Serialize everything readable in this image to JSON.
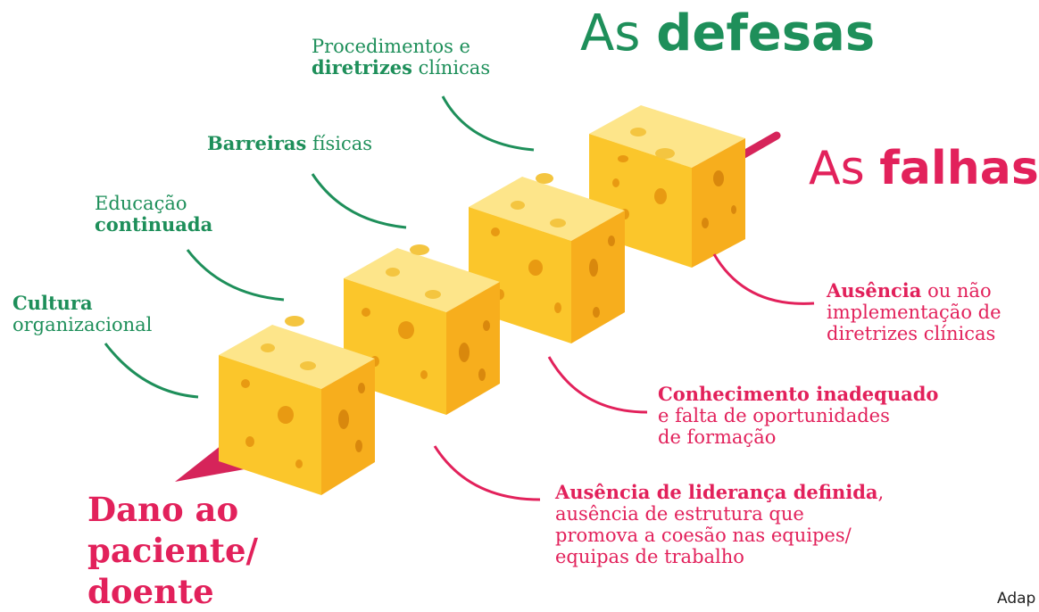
{
  "defesas_title": {
    "prefix": "As ",
    "bold": "defesas"
  },
  "falhas_title": {
    "prefix": "As ",
    "bold": "falhas"
  },
  "defesas": [
    {
      "bold": "Cultura",
      "rest": "organizacional"
    },
    {
      "line1": "Educação",
      "bold": "continuada"
    },
    {
      "bold": "Barreiras",
      "rest": " físicas"
    },
    {
      "line1": "Procedimentos e",
      "bold": "diretrizes",
      "rest": " clínicas"
    }
  ],
  "falhas": [
    {
      "bold": "Ausência",
      "rest": " ou não",
      "line2": "implementação de",
      "line3": "diretrizes clínicas"
    },
    {
      "bold": "Conhecimento inadequado",
      "line2": "e  falta de oportunidades",
      "line3": "de formação"
    },
    {
      "bold": "Ausência de liderança definida",
      "rest": ",",
      "line2": "ausência de estrutura que",
      "line3": "promova a coesão nas equipes/",
      "line4": "equipas de trabalho"
    }
  ],
  "dano": [
    "Dano ao",
    "paciente/",
    "doente"
  ],
  "credit": "Adap",
  "colors": {
    "green": "#1e8f5a",
    "pink": "#e2215b",
    "cheese_top": "#fde58a",
    "cheese_left": "#fbc62b",
    "cheese_right": "#f7ae1d",
    "hole": "#e89a12"
  }
}
